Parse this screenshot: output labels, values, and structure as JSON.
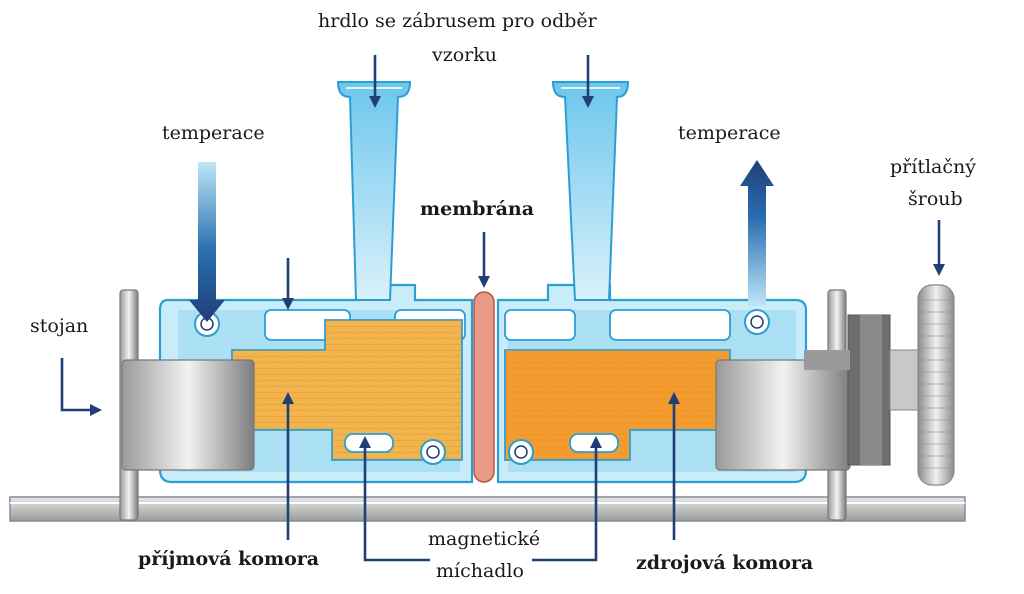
{
  "labels": {
    "neck_line1": "hrdlo se zábrusem pro odběr",
    "neck_line2": "vzorku",
    "temp_left": "temperace",
    "temp_right": "temperace",
    "membrane": "membrána",
    "screw_line1": "přítlačný",
    "screw_line2": "šroub",
    "stand": "stojan",
    "stirrer_line1": "magnetické",
    "stirrer_line2": "míchadlo",
    "receiving": "příjmová komora",
    "source": "zdrojová komora"
  },
  "colors": {
    "cell_light": "#bfe8f7",
    "cell_mid": "#7fd0ee",
    "cell_edge": "#2b9fd4",
    "receiving_fill": "#f0b34a",
    "source_fill": "#f39a2e",
    "membrane": "#e69a86",
    "arrow": "#1f3f76",
    "metal_light": "#dcdcdc",
    "metal_dark": "#6f6f6f"
  }
}
